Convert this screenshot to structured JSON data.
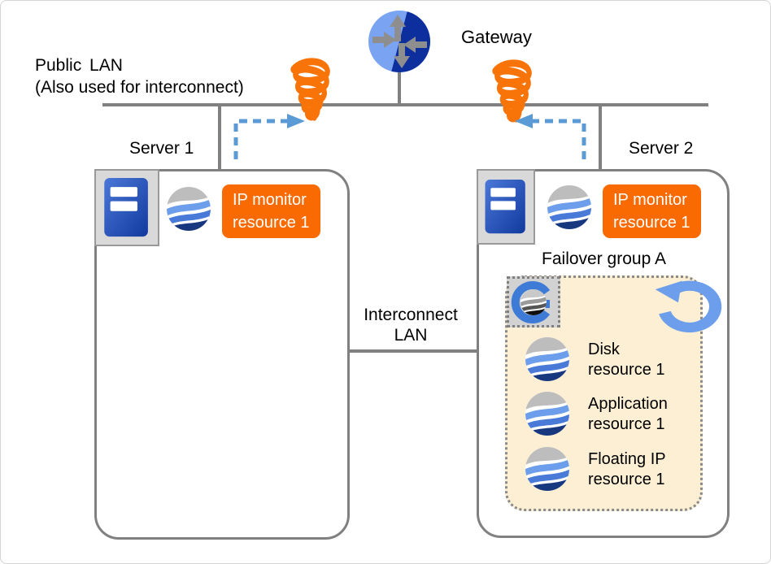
{
  "labels": {
    "public_lan": {
      "line1": "Public LAN",
      "line2": "(Also used for interconnect)"
    },
    "gateway": "Gateway",
    "interconnect": {
      "line1": "Interconnect",
      "line2": "LAN"
    }
  },
  "servers": {
    "s1": {
      "name": "Server 1",
      "badge": {
        "line1": "IP monitor",
        "line2": "resource 1"
      }
    },
    "s2": {
      "name": "Server 2",
      "badge": {
        "line1": "IP monitor",
        "line2": "resource 1"
      }
    }
  },
  "failover": {
    "title": "Failover group A",
    "resources": [
      {
        "line1": "Disk",
        "line2": "resource 1"
      },
      {
        "line1": "Application",
        "line2": "resource 1"
      },
      {
        "line1": "Floating IP",
        "line2": "resource 1"
      }
    ]
  },
  "colors": {
    "line_gray": "#808080",
    "badge_orange": "#f96a02",
    "tornado_orange": "#f87408",
    "arrow_blue": "#5b9bd5",
    "refresh_blue": "#6d9eeb",
    "group_bg": "#fcefd3",
    "gateway_light": "#7aa4f2",
    "gateway_dark": "#0d2f9e",
    "wave_navy": "#17377e"
  },
  "icons": {
    "gateway": "router-circle",
    "server": "tower-server",
    "resource": "wave-globe",
    "group": "wave-globe-gray-in-g",
    "network_failure": "orange-tornado",
    "failover_rotation": "blue-circular-arrow",
    "monitor_path": "blue-dashed-arrow"
  }
}
